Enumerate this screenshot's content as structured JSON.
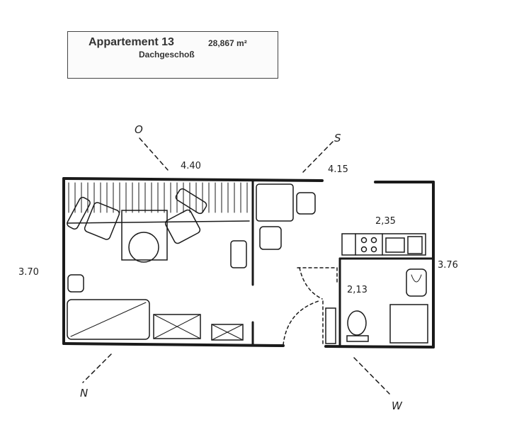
{
  "header": {
    "title": "Appartement 13",
    "area": "28,867 m²",
    "floor": "Dachgeschoß"
  },
  "compass": {
    "east": "O",
    "south": "S",
    "north": "N",
    "west": "W"
  },
  "dimensions": {
    "top_left": "4.40",
    "top_right": "4.15",
    "left": "3.70",
    "kitchen": "2,35",
    "right": "3.76",
    "bath": "2,13"
  }
}
